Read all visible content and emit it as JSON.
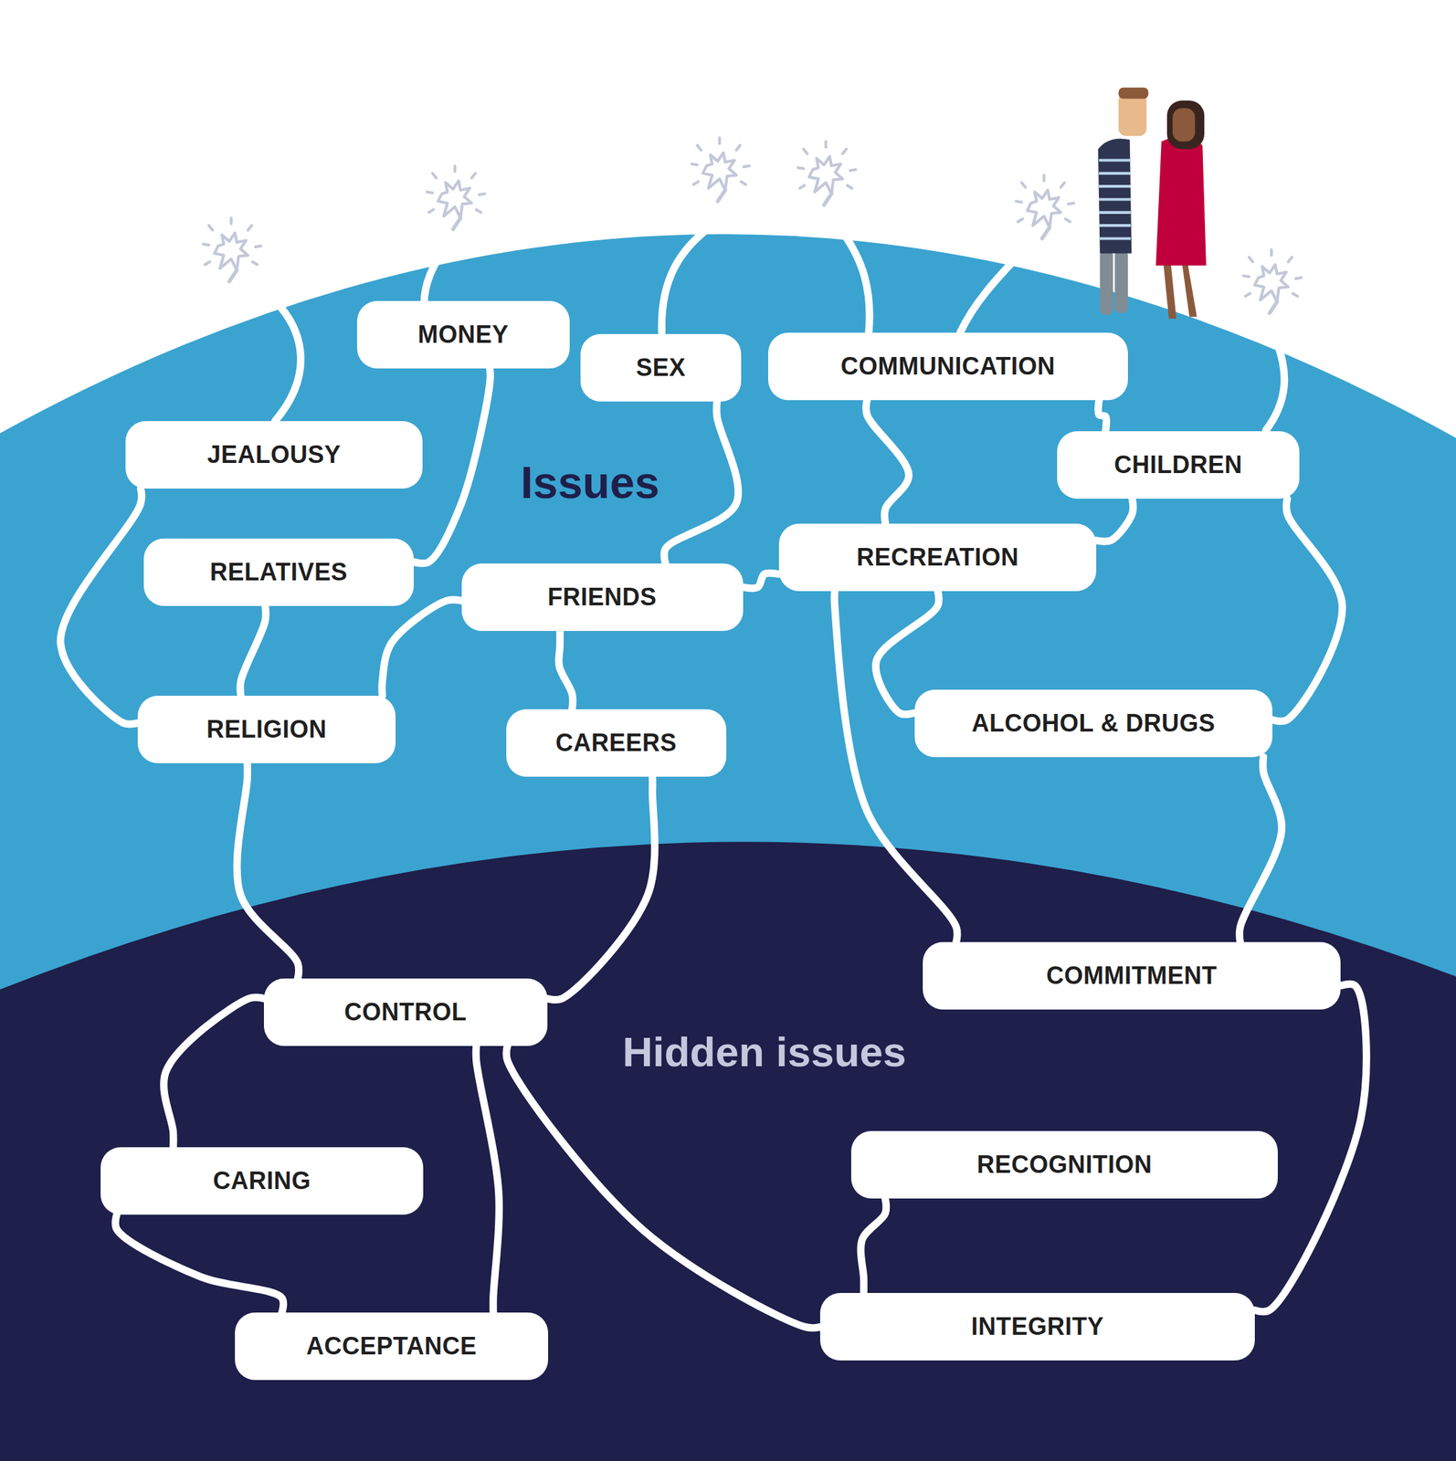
{
  "diagram": {
    "nodes": [
      {
        "text": [
          "MONEY"
        ]
      },
      {
        "text": [
          "SEX"
        ]
      },
      {
        "text": [
          "COMMUNICATION"
        ]
      },
      {
        "text": [
          "JEALOUSY"
        ]
      },
      {
        "text": [
          "CHILDREN"
        ]
      },
      {
        "text": [
          "RELATIVES"
        ]
      },
      {
        "text": [
          "FRIENDS"
        ]
      },
      {
        "text": [
          "RECREATION"
        ]
      },
      {
        "text": [
          "RELIGION"
        ]
      },
      {
        "text": [
          "CAREERS"
        ]
      },
      {
        "text": [
          "ALCOHOL & DRUGS"
        ]
      },
      {
        "text": [
          "CONTROL"
        ]
      },
      {
        "text": [
          "COMMITMENT"
        ]
      },
      {
        "text": [
          "RECOGNITION"
        ]
      },
      {
        "text": [
          "CARING"
        ]
      },
      {
        "text": [
          "INTEGRITY"
        ]
      },
      {
        "text": [
          "ACCEPTANCE"
        ]
      }
    ],
    "edges": [
      {
        "from": 3,
        "to": 8,
        "arrow": "none"
      },
      {
        "from": 0,
        "to": 5,
        "arrow": "none"
      },
      {
        "from": 5,
        "to": 8,
        "arrow": "none"
      },
      {
        "from": 1,
        "to": 6,
        "arrow": "none"
      },
      {
        "from": 6,
        "to": 7,
        "arrow": "none"
      },
      {
        "from": 6,
        "to": 8,
        "arrow": "none"
      },
      {
        "from": 6,
        "to": 9,
        "arrow": "none"
      },
      {
        "from": 2,
        "to": 7,
        "arrow": "none"
      },
      {
        "from": 2,
        "to": 4,
        "arrow": "none"
      },
      {
        "from": 4,
        "to": 7,
        "arrow": "none"
      },
      {
        "from": 4,
        "to": 10,
        "arrow": "none"
      },
      {
        "from": 7,
        "to": 10,
        "arrow": "none"
      },
      {
        "from": 7,
        "to": 12,
        "arrow": "none"
      },
      {
        "from": 10,
        "to": 12,
        "arrow": "none"
      },
      {
        "from": 8,
        "to": 11,
        "arrow": "none"
      },
      {
        "from": 9,
        "to": 11,
        "arrow": "none"
      },
      {
        "from": 11,
        "to": 14,
        "arrow": "none"
      },
      {
        "from": 11,
        "to": 16,
        "arrow": "none"
      },
      {
        "from": 11,
        "to": 15,
        "arrow": "none"
      },
      {
        "from": 14,
        "to": 16,
        "arrow": "none"
      },
      {
        "from": 12,
        "to": 15,
        "arrow": "none"
      },
      {
        "from": 13,
        "to": 15,
        "arrow": "none"
      }
    ],
    "labels": [
      "Issues",
      "Hidden issues"
    ]
  }
}
